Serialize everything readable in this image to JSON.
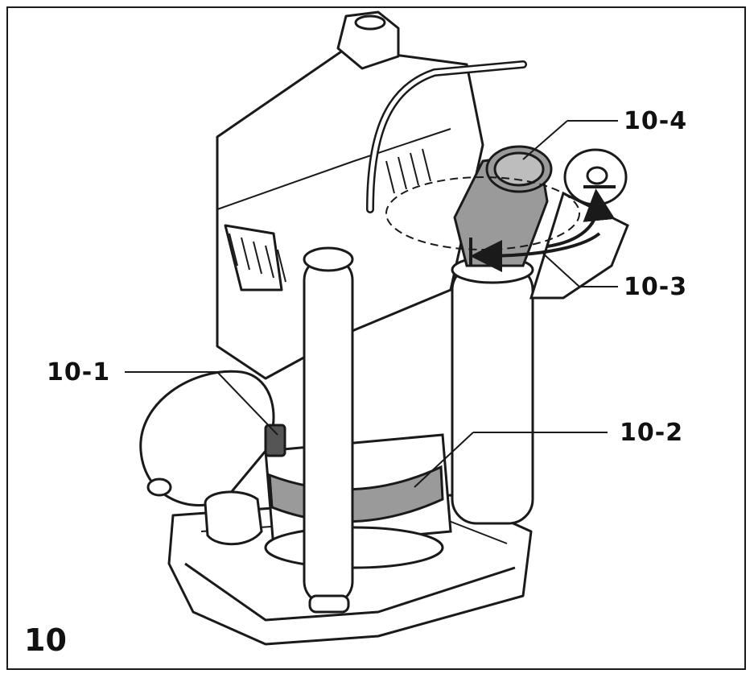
{
  "figure": {
    "number": "10"
  },
  "callouts": [
    {
      "id": "c1",
      "label": "10-1"
    },
    {
      "id": "c2",
      "label": "10-2"
    },
    {
      "id": "c3",
      "label": "10-3"
    },
    {
      "id": "c4",
      "label": "10-4"
    }
  ],
  "colors": {
    "outline": "#1a1a1a",
    "highlight": "#9a9a9a",
    "body": "#ffffff"
  }
}
